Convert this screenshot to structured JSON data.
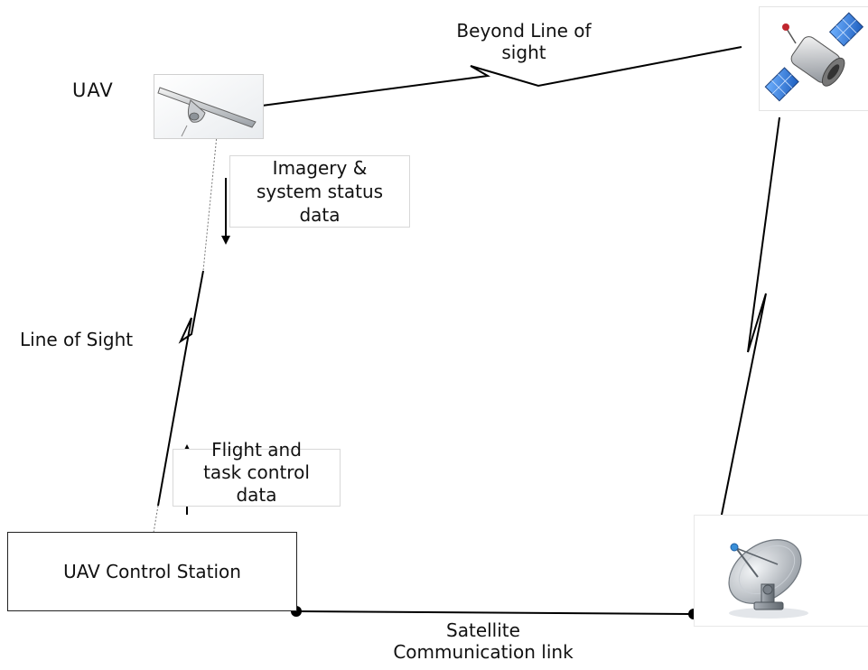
{
  "labels": {
    "uav": "UAV",
    "beyond_los_line1": "Beyond Line of",
    "beyond_los_line2": "sight",
    "imagery_line1": "Imagery &",
    "imagery_line2": "system status",
    "imagery_line3": "data",
    "line_of_sight": "Line of Sight",
    "flight_line1": "Flight and",
    "flight_line2": "task control",
    "flight_line3": "data",
    "control_station": "UAV Control Station",
    "satcom_line1": "Satellite",
    "satcom_line2": "Communication link"
  },
  "icons": {
    "uav": "uav-aircraft-icon",
    "satellite": "satellite-icon",
    "dish": "satellite-dish-icon"
  },
  "colors": {
    "line": "#000000",
    "panel_blue": "#3b7fd9",
    "dish_gray": "#b8bec6",
    "box_border_light": "#d8d8d8",
    "text": "#111111"
  }
}
